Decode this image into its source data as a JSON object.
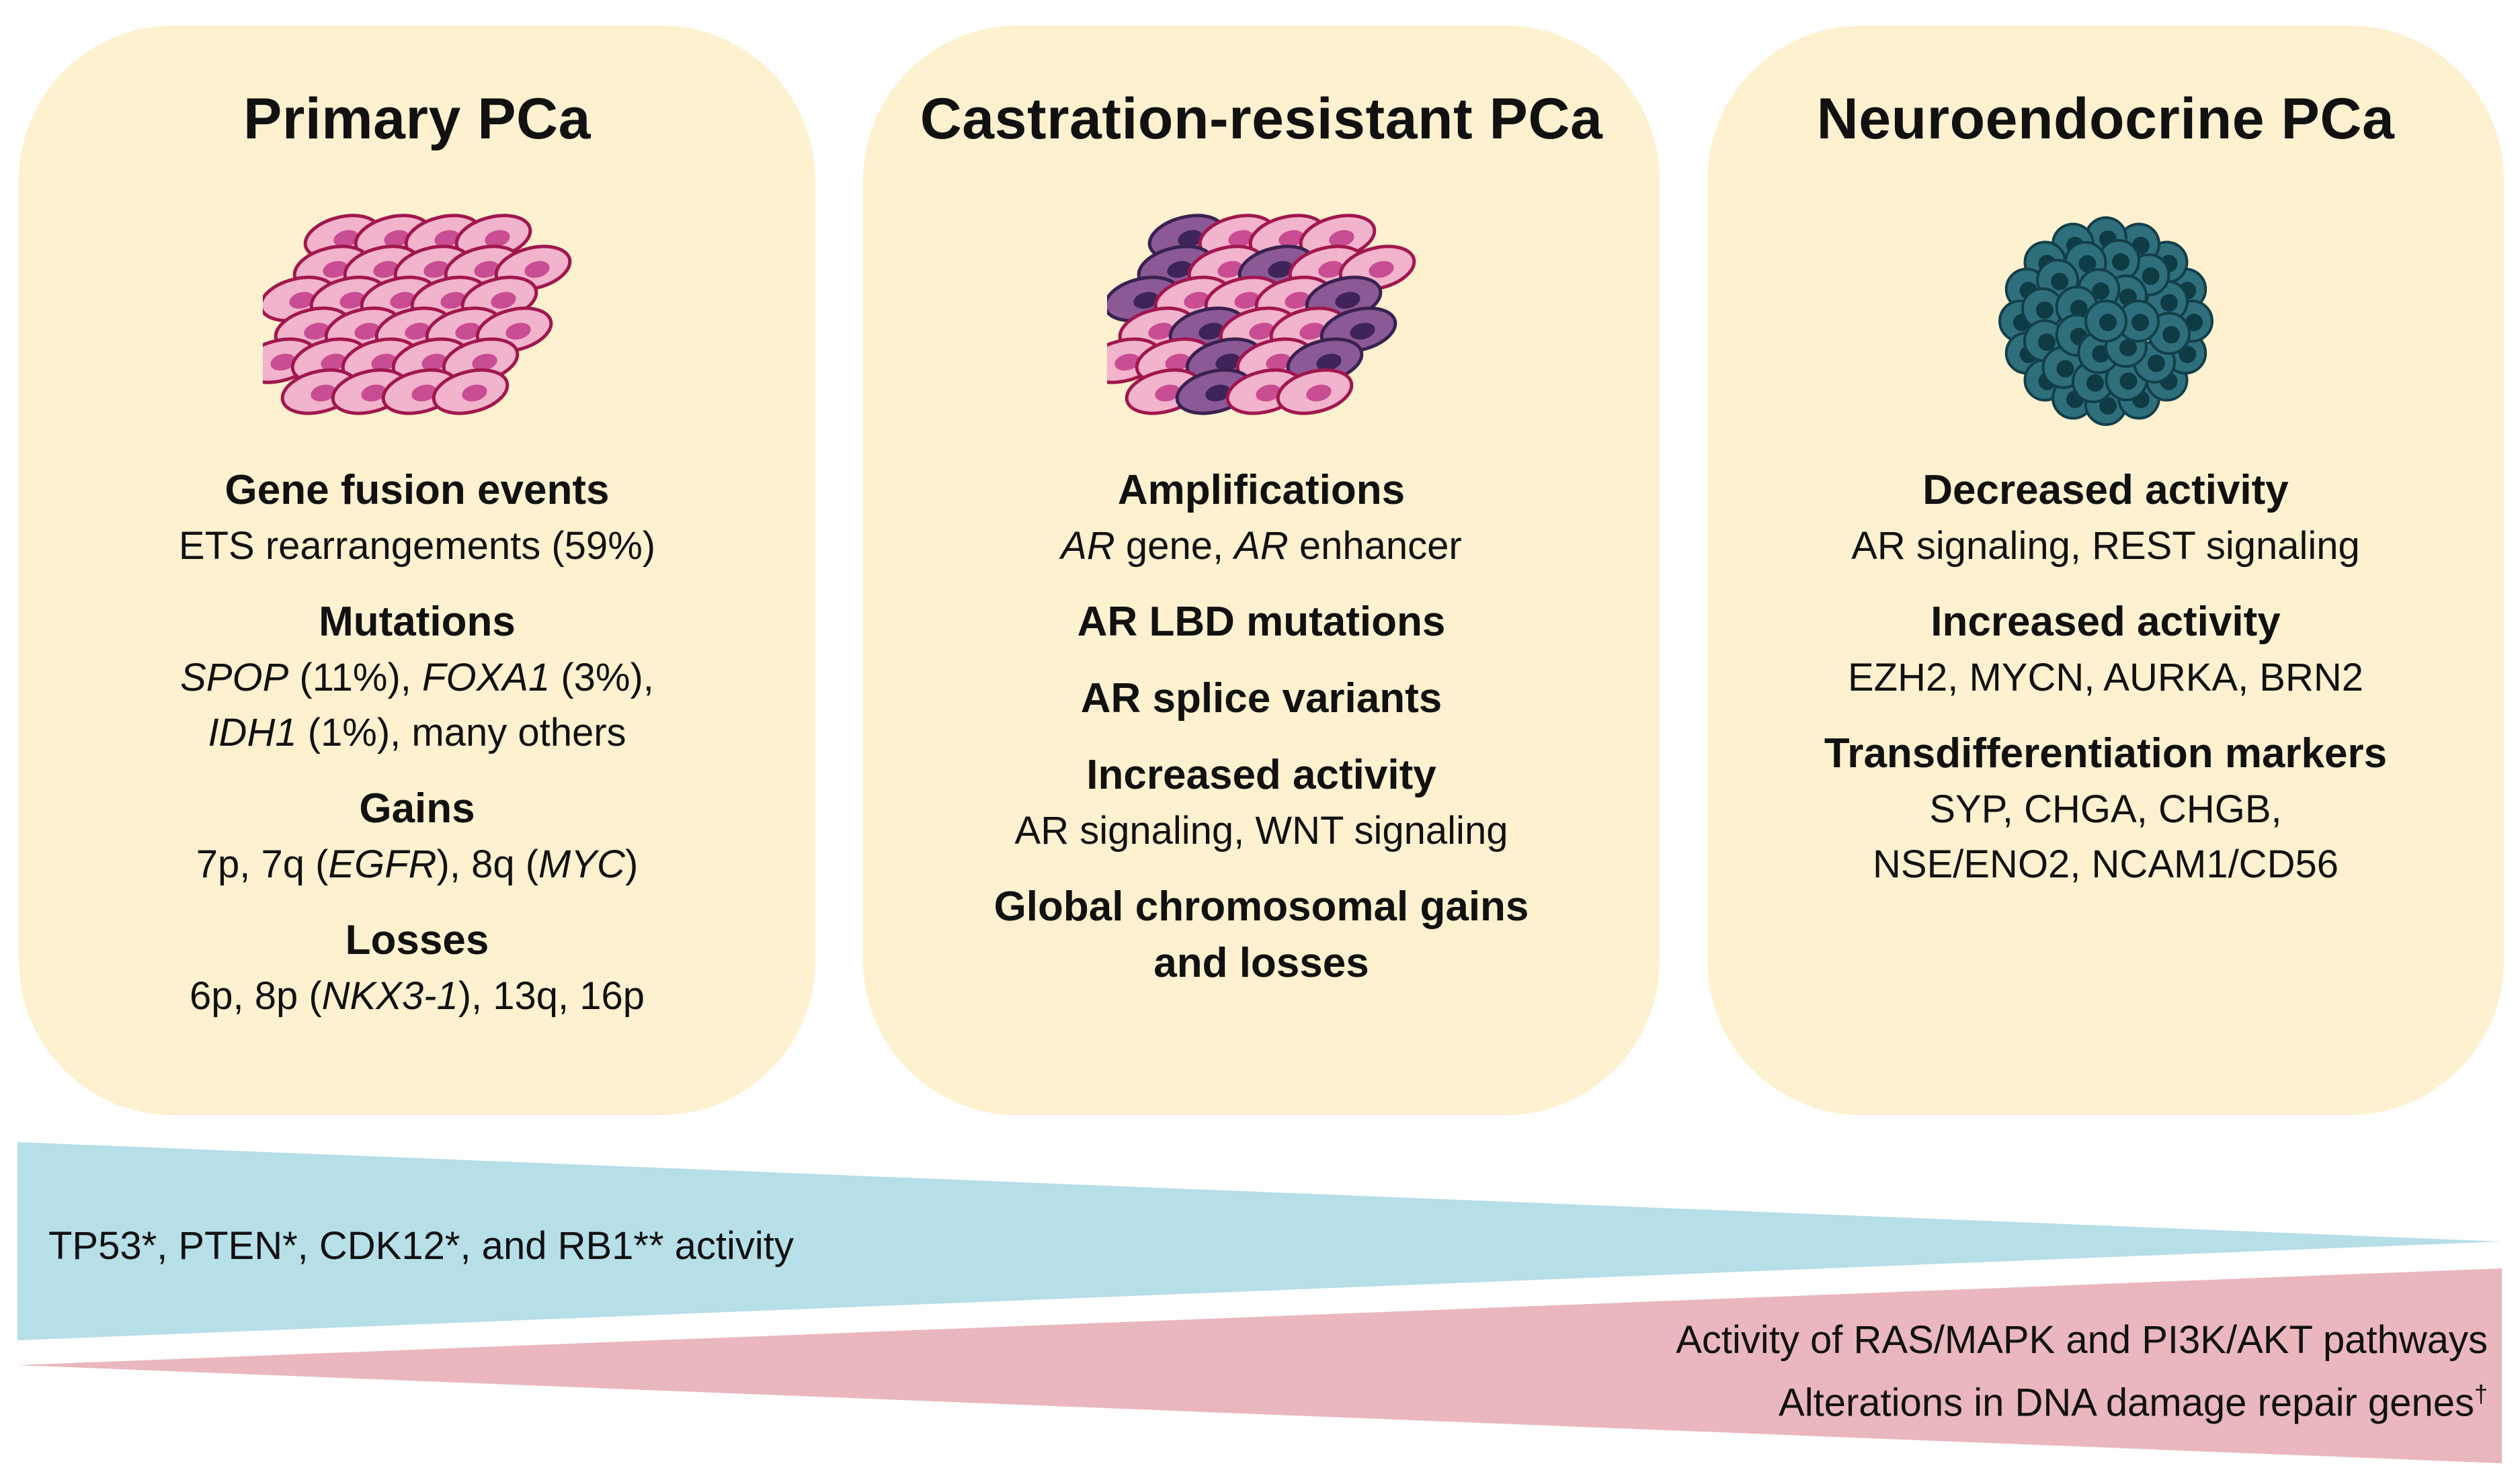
{
  "panels": [
    {
      "title": "Primary PCa",
      "illustration": "pink-epithelial-cell-cluster",
      "items": [
        {
          "heading": "Gene fusion events",
          "lines": [
            [
              {
                "t": "ETS rearrangements  (59%)"
              }
            ]
          ]
        },
        {
          "heading": "Mutations",
          "lines": [
            [
              {
                "t": "SPOP",
                "i": true
              },
              {
                "t": " (11%), "
              },
              {
                "t": "FOXA1",
                "i": true
              },
              {
                "t": " (3%),"
              }
            ],
            [
              {
                "t": "IDH1",
                "i": true
              },
              {
                "t": " (1%), many others"
              }
            ]
          ]
        },
        {
          "heading": "Gains",
          "lines": [
            [
              {
                "t": "7p, 7q ("
              },
              {
                "t": "EGFR",
                "i": true
              },
              {
                "t": "), 8q ("
              },
              {
                "t": "MYC",
                "i": true
              },
              {
                "t": ")"
              }
            ]
          ]
        },
        {
          "heading": "Losses",
          "lines": [
            [
              {
                "t": "6p, 8p ("
              },
              {
                "t": "NKX3-1",
                "i": true
              },
              {
                "t": "), 13q, 16p"
              }
            ]
          ]
        }
      ]
    },
    {
      "title": "Castration-resistant PCa",
      "illustration": "pink-purple-cell-cluster",
      "items": [
        {
          "heading": "Amplifications",
          "lines": [
            [
              {
                "t": "AR",
                "i": true
              },
              {
                "t": " gene, "
              },
              {
                "t": "AR",
                "i": true
              },
              {
                "t": " enhancer"
              }
            ]
          ]
        },
        {
          "heading": "AR LBD mutations",
          "lines": []
        },
        {
          "heading": "AR splice variants",
          "lines": []
        },
        {
          "heading": "Increased activity",
          "lines": [
            [
              {
                "t": "AR signaling, WNT signaling"
              }
            ]
          ]
        },
        {
          "heading": "Global chromosomal gains\nand losses",
          "lines": []
        }
      ]
    },
    {
      "title": "Neuroendocrine PCa",
      "illustration": "teal-neuroendocrine-cell-cluster",
      "items": [
        {
          "heading": "Decreased activity",
          "lines": [
            [
              {
                "t": "AR signaling,  REST signaling"
              }
            ]
          ]
        },
        {
          "heading": "Increased activity",
          "lines": [
            [
              {
                "t": "EZH2, MYCN, AURKA, BRN2"
              }
            ]
          ]
        },
        {
          "heading": "Transdifferentiation markers",
          "lines": [
            [
              {
                "t": "SYP, CHGA, CHGB,"
              }
            ],
            [
              {
                "t": "NSE/ENO2, NCAM1/CD56"
              }
            ]
          ]
        }
      ]
    }
  ],
  "gradients": {
    "decreasing": {
      "text": "TP53*, PTEN*, CDK12*, and RB1** activity",
      "color": "#b6dfe8"
    },
    "increasing": {
      "lines": [
        "Activity of RAS/MAPK and PI3K/AKT pathways",
        "Alterations in DNA damage repair genes"
      ],
      "sup": "†",
      "color": "#e9b7bd"
    }
  },
  "colors": {
    "panel_bg": "#fdf1cf",
    "primary_cell_fill": "#f2b3cc",
    "primary_cell_nucleus": "#c94d93",
    "cell_stroke": "#a0174e",
    "crpc_purple_fill": "#8b5a96",
    "crpc_purple_nucleus": "#3e2459",
    "nepc_fill": "#2f6f7c",
    "nepc_nucleus": "#0f3b45"
  }
}
